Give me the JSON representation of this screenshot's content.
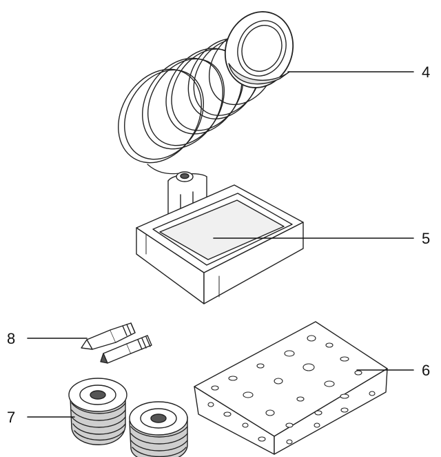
{
  "colors": {
    "line": "#222222",
    "fill": "#ffffff",
    "shade": "#d9d9d9",
    "dark": "#555555"
  },
  "callouts": [
    {
      "id": "4",
      "label": "4"
    },
    {
      "id": "5",
      "label": "5"
    },
    {
      "id": "6",
      "label": "6"
    },
    {
      "id": "7",
      "label": "7"
    },
    {
      "id": "8",
      "label": "8"
    }
  ]
}
